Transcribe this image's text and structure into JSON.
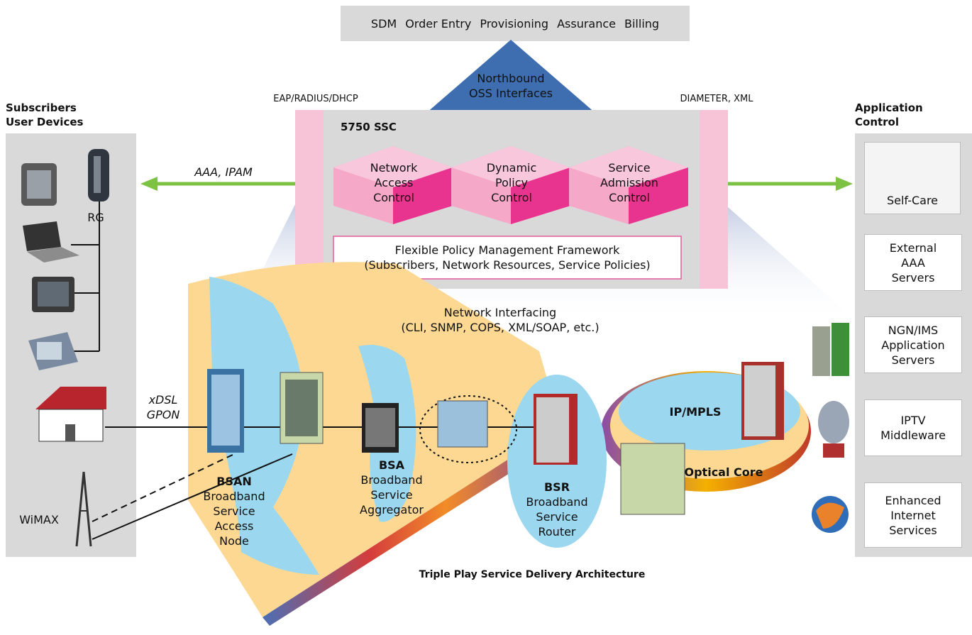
{
  "oss_bar": {
    "items": [
      "SDM",
      "Order Entry",
      "Provisioning",
      "Assurance",
      "Billing"
    ]
  },
  "northbound": {
    "line1": "Northbound",
    "line2": "OSS Interfaces"
  },
  "eap_label": "EAP/RADIUS/DHCP",
  "diameter_label": "DIAMETER, XML",
  "left_panel": {
    "title_line1": "Subscribers",
    "title_line2": "User Devices",
    "rg_label": "RG",
    "wimax_label": "WiMAX"
  },
  "right_panel": {
    "title_line1": "Application",
    "title_line2": "Control",
    "boxes": [
      {
        "lines": [
          "Self-Care"
        ]
      },
      {
        "lines": [
          "External",
          "AAA",
          "Servers"
        ]
      },
      {
        "lines": [
          "NGN/IMS",
          "Application",
          "Servers"
        ]
      },
      {
        "lines": [
          "IPTV",
          "Middleware"
        ]
      },
      {
        "lines": [
          "Enhanced",
          "Internet",
          "Services"
        ]
      }
    ]
  },
  "aaa_label": "AAA, IPAM",
  "ssc": {
    "title": "5750 SSC",
    "blocks": [
      {
        "lines": [
          "Network",
          "Access",
          "Control"
        ]
      },
      {
        "lines": [
          "Dynamic",
          "Policy",
          "Control"
        ]
      },
      {
        "lines": [
          "Service",
          "Admission",
          "Control"
        ]
      }
    ],
    "framework_line1": "Flexible Policy Management Framework",
    "framework_line2": "(Subscribers, Network Resources, Service Policies)"
  },
  "network_interfacing": {
    "line1": "Network Interfacing",
    "line2": "(CLI, SNMP, COPS, XML/SOAP, etc.)"
  },
  "access": {
    "line1": "xDSL",
    "line2": "GPON"
  },
  "bsan": {
    "abbr": "BSAN",
    "lines": [
      "Broadband",
      "Service",
      "Access",
      "Node"
    ]
  },
  "bsa": {
    "abbr": "BSA",
    "lines": [
      "Broadband",
      "Service",
      "Aggregator"
    ]
  },
  "bsr": {
    "abbr": "BSR",
    "lines": [
      "Broadband",
      "Service",
      "Router"
    ]
  },
  "ip_mpls": "IP/MPLS",
  "optical_core": "Optical Core",
  "footer_title": "Triple Play Service Delivery Architecture",
  "colors": {
    "green_arrow": "#7dc242",
    "blue_triangle": "#3e6eb0",
    "pink": "#f7c3d6",
    "magenta": "#e8348e",
    "orange": "#fcd893",
    "sky": "#9bd7ef",
    "gray": "#d9d9d9"
  }
}
